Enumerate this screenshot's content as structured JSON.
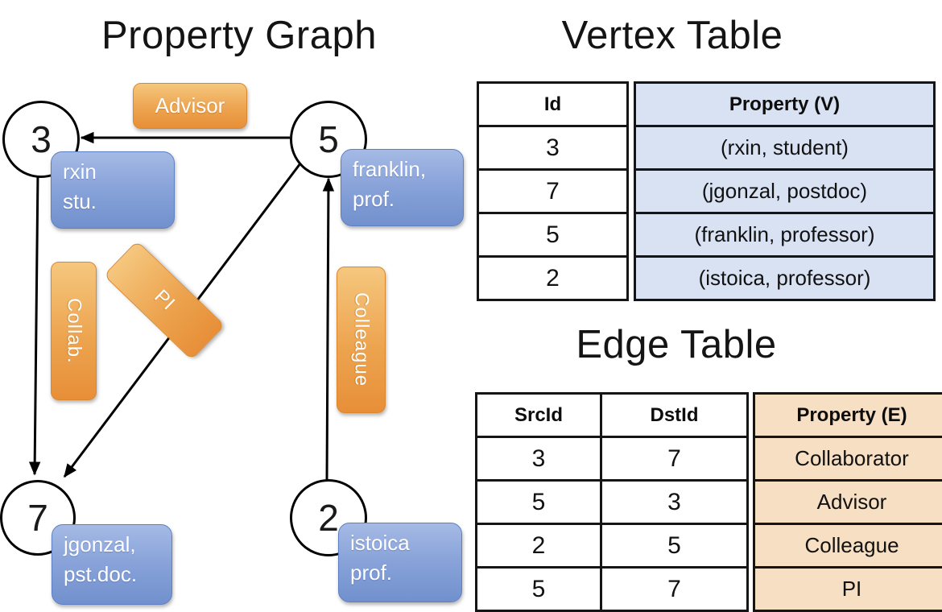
{
  "titles": {
    "graph": "Property Graph",
    "vertex_table": "Vertex Table",
    "edge_table": "Edge Table"
  },
  "graph": {
    "nodes": [
      {
        "id": "3",
        "line1": "rxin",
        "line2": "stu."
      },
      {
        "id": "5",
        "line1": "franklin,",
        "line2": "prof."
      },
      {
        "id": "7",
        "line1": "jgonzal,",
        "line2": "pst.doc."
      },
      {
        "id": "2",
        "line1": "istoica",
        "line2": "prof."
      }
    ],
    "edges": [
      {
        "src": "5",
        "dst": "3",
        "label": "Advisor"
      },
      {
        "src": "3",
        "dst": "7",
        "label": "Collab."
      },
      {
        "src": "5",
        "dst": "7",
        "label": "PI"
      },
      {
        "src": "2",
        "dst": "5",
        "label": "Colleague"
      }
    ]
  },
  "vertex_table": {
    "columns": [
      "Id",
      "Property (V)"
    ],
    "rows": [
      [
        "3",
        "(rxin, student)"
      ],
      [
        "7",
        "(jgonzal, postdoc)"
      ],
      [
        "5",
        "(franklin, professor)"
      ],
      [
        "2",
        "(istoica, professor)"
      ]
    ]
  },
  "edge_table": {
    "columns": [
      "SrcId",
      "DstId",
      "Property (E)"
    ],
    "rows": [
      [
        "3",
        "7",
        "Collaborator"
      ],
      [
        "5",
        "3",
        "Advisor"
      ],
      [
        "2",
        "5",
        "Colleague"
      ],
      [
        "5",
        "7",
        "PI"
      ]
    ]
  },
  "colors": {
    "edge_label_orange_top": "#f5c77e",
    "edge_label_orange_bottom": "#e78f38",
    "vertex_label_blue_top": "#a5bae5",
    "vertex_label_blue_bottom": "#7190cd",
    "vertex_table_property_fill": "#d9e2f3",
    "edge_table_property_fill": "#f6dfc2",
    "line_color": "#000000"
  }
}
